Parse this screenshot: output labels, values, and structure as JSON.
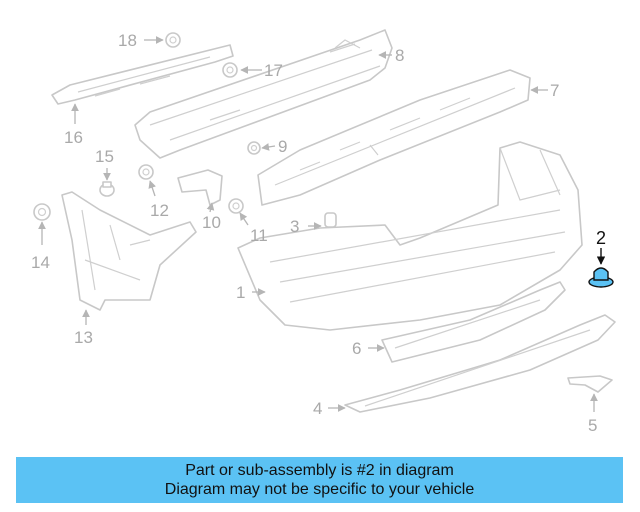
{
  "diagram": {
    "highlight_color": "#5bc2f4",
    "highlighted_part": "2",
    "callouts": [
      "1",
      "2",
      "3",
      "4",
      "5",
      "6",
      "7",
      "8",
      "9",
      "10",
      "11",
      "12",
      "13",
      "14",
      "15",
      "16",
      "17",
      "18"
    ]
  },
  "banner": {
    "line1": "Part or sub-assembly is #2 in diagram",
    "line2": "Diagram may not be specific to your vehicle",
    "background": "#5bc2f4"
  }
}
